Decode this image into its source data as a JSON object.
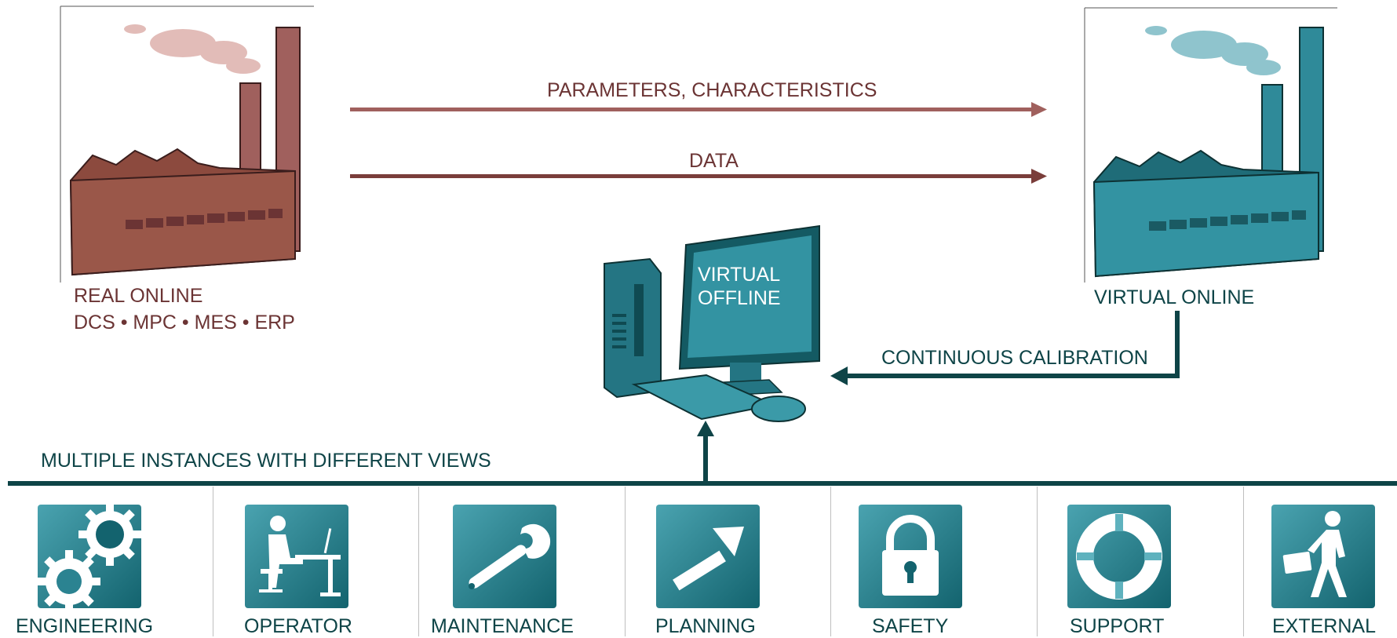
{
  "diagram": {
    "arrow_parameters_label": "PARAMETERS, CHARACTERISTICS",
    "arrow_data_label": "DATA",
    "real_online_title": "REAL ONLINE",
    "real_online_systems": "DCS • MPC • MES • ERP",
    "virtual_online_title": "VIRTUAL ONLINE",
    "virtual_offline_line1": "VIRTUAL",
    "virtual_offline_line2": "OFFLINE",
    "calibration_label": "CONTINUOUS CALIBRATION",
    "instances_label": "MULTIPLE INSTANCES WITH DIFFERENT VIEWS",
    "views": [
      {
        "label": "ENGINEERING",
        "icon": "gears-icon"
      },
      {
        "label": "OPERATOR",
        "icon": "operator-desk-icon"
      },
      {
        "label": "MAINTENANCE",
        "icon": "wrench-icon"
      },
      {
        "label": "PLANNING",
        "icon": "arrow-up-right-icon"
      },
      {
        "label": "SAFETY",
        "icon": "padlock-icon"
      },
      {
        "label": "SUPPORT",
        "icon": "lifebuoy-icon"
      },
      {
        "label": "EXTERNAL",
        "icon": "walking-person-briefcase-icon"
      }
    ]
  },
  "colors": {
    "brown_arrow": "#a0605d",
    "dark_brown_arrow": "#7a3d3a",
    "teal_dark": "#0e4447",
    "teal_tile": "#2f8a99"
  }
}
